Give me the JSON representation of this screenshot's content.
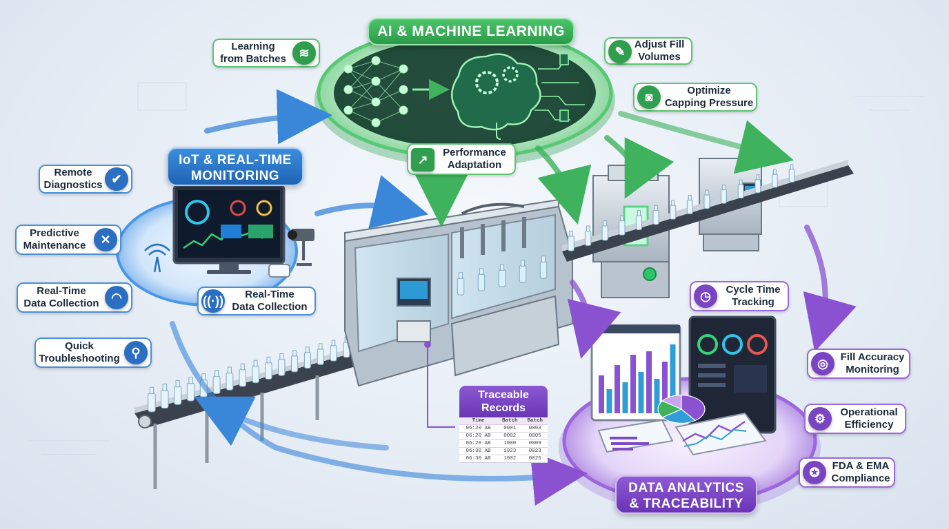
{
  "hubs": {
    "ai": "AI & MACHINE LEARNING",
    "iot": "IoT & REAL-TIME\nMONITORING",
    "analytics": "DATA ANALYTICS\n& TRACEABILITY"
  },
  "ai_labels": [
    {
      "text": "Learning\nfrom Batches",
      "icon": "layers-icon"
    },
    {
      "text": "Adjust Fill\nVolumes",
      "icon": "dropper-icon"
    },
    {
      "text": "Optimize\nCapping Pressure",
      "icon": "bottle-cap-icon"
    },
    {
      "text": "Performance\nAdaptation",
      "icon": "trend-chart-icon"
    }
  ],
  "iot_labels": [
    {
      "text": "Remote\nDiagnostics",
      "icon": "tablet-check-icon"
    },
    {
      "text": "Predictive\nMaintenance",
      "icon": "wrench-screwdriver-icon"
    },
    {
      "text": "Real-Time\nData Collection",
      "icon": "wifi-icon"
    },
    {
      "text": "Quick\nTroubleshooting",
      "icon": "magnifier-gear-icon"
    }
  ],
  "iot_inner_label": {
    "text": "Real-Time\nData Collection",
    "icon": "signal-icon"
  },
  "analytics_labels": [
    {
      "text": "Cycle Time\nTracking",
      "icon": "stopwatch-icon"
    },
    {
      "text": "Fill Accuracy\nMonitoring",
      "icon": "target-icon"
    },
    {
      "text": "Operational\nEfficiency",
      "icon": "chart-gear-icon"
    },
    {
      "text": "FDA & EMA\nCompliance",
      "icon": "certificate-icon"
    }
  ],
  "traceable_records": {
    "title": "Traceable\nRecords",
    "columns": [
      "Time",
      "Batch",
      "Batch"
    ],
    "rows": [
      [
        "06:20 AB",
        "0001",
        "0003"
      ],
      [
        "06:20 AB",
        "0002",
        "0005"
      ],
      [
        "06:20 AB",
        "1000",
        "0009"
      ],
      [
        "06:30 AB",
        "1023",
        "0023"
      ],
      [
        "06:30 AB",
        "1002",
        "0025"
      ]
    ]
  },
  "colors": {
    "ai": "#3aae59",
    "iot": "#2f7cd0",
    "analytics": "#8048cc"
  },
  "dashboard": {
    "bar_values": [
      0.55,
      0.35,
      0.7,
      0.45,
      0.85,
      0.6,
      0.9,
      0.5,
      0.75,
      1.0
    ],
    "pie_slices": [
      0.4,
      0.25,
      0.2,
      0.15
    ]
  }
}
